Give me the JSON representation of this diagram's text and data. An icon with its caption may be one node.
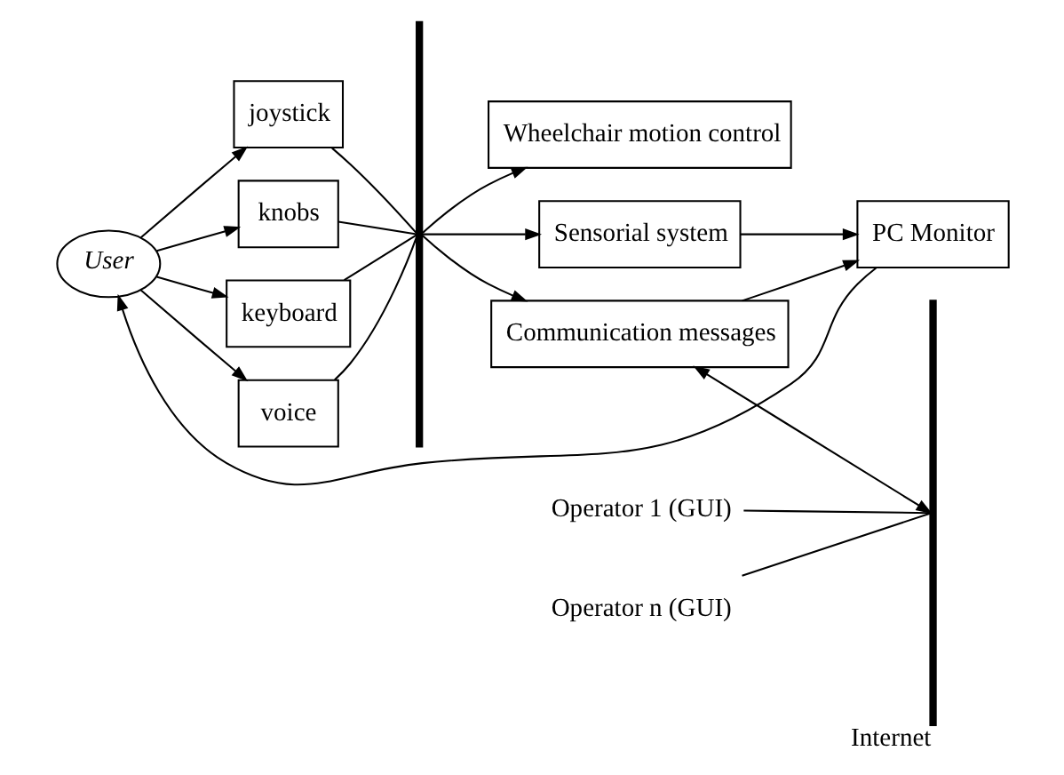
{
  "diagram": {
    "nodes": [
      {
        "text": [
          "User"
        ]
      },
      {
        "text": [
          "joystick"
        ]
      },
      {
        "text": [
          "knobs"
        ]
      },
      {
        "text": [
          "keyboard"
        ]
      },
      {
        "text": [
          "voice"
        ]
      },
      {
        "text": [
          "Wheelchair motion control"
        ]
      },
      {
        "text": [
          "Sensorial system"
        ]
      },
      {
        "text": [
          "Communication messages"
        ]
      },
      {
        "text": [
          "PC Monitor"
        ]
      },
      {
        "text": [
          "Operator 1 (GUI)"
        ]
      },
      {
        "text": [
          "Operator n (GUI)"
        ]
      },
      {
        "text": [],
        "shape": "bar"
      },
      {
        "text": [],
        "shape": "bar",
        "beside": [
          "Internet"
        ]
      }
    ],
    "edges": [
      {
        "from": 0,
        "to": 1,
        "arrow": "to"
      },
      {
        "from": 0,
        "to": 2,
        "arrow": "to"
      },
      {
        "from": 0,
        "to": 3,
        "arrow": "to"
      },
      {
        "from": 0,
        "to": 4,
        "arrow": "to"
      },
      {
        "from": 1,
        "to": 11,
        "arrow": "none"
      },
      {
        "from": 2,
        "to": 11,
        "arrow": "none"
      },
      {
        "from": 3,
        "to": 11,
        "arrow": "none"
      },
      {
        "from": 4,
        "to": 11,
        "arrow": "none"
      },
      {
        "from": 11,
        "to": 5,
        "arrow": "to"
      },
      {
        "from": 11,
        "to": 6,
        "arrow": "to"
      },
      {
        "from": 11,
        "to": 7,
        "arrow": "to"
      },
      {
        "from": 7,
        "to": 12,
        "arrow": "both"
      },
      {
        "from": 9,
        "to": 12,
        "arrow": "none"
      },
      {
        "from": 10,
        "to": 12,
        "arrow": "none"
      },
      {
        "from": 7,
        "to": 8,
        "arrow": "to"
      },
      {
        "from": 6,
        "to": 8,
        "arrow": "to"
      },
      {
        "from": 8,
        "to": 0,
        "arrow": "to"
      }
    ]
  }
}
